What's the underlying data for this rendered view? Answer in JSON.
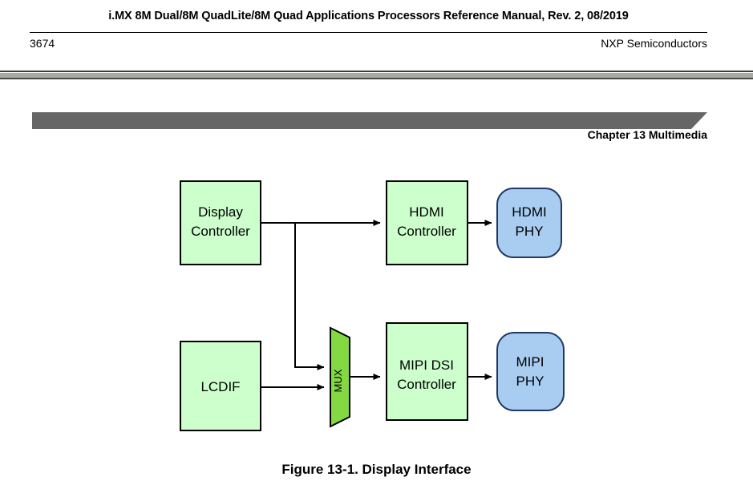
{
  "page": {
    "header_title": "i.MX 8M Dual/8M QuadLite/8M Quad Applications Processors Reference Manual, Rev. 2, 08/2019",
    "page_number": "3674",
    "company": "NXP Semiconductors",
    "chapter_label": "Chapter 13 Multimedia"
  },
  "figure": {
    "caption": "Figure 13-1. Display Interface",
    "colors": {
      "block_green": "#ccffcc",
      "phy_blue": "#a8cdf0",
      "mux_green": "#84d943",
      "outline": "#000000",
      "banner_gray": "#666666",
      "rule_gray": "#a9a9a2"
    },
    "blocks": [
      {
        "id": "display-controller",
        "label_line1": "Display",
        "label_line2": "Controller",
        "shape": "rect",
        "fill": "#ccffcc"
      },
      {
        "id": "hdmi-controller",
        "label_line1": "HDMI",
        "label_line2": "Controller",
        "shape": "rect",
        "fill": "#ccffcc"
      },
      {
        "id": "hdmi-phy",
        "label_line1": "HDMI",
        "label_line2": "PHY",
        "shape": "rounded-rect",
        "fill": "#a8cdf0"
      },
      {
        "id": "lcdif",
        "label_line1": "LCDIF",
        "label_line2": "",
        "shape": "rect",
        "fill": "#ccffcc"
      },
      {
        "id": "mux",
        "label_line1": "MUX",
        "label_line2": "",
        "shape": "trapezoid",
        "fill": "#84d943"
      },
      {
        "id": "mipi-dsi-controller",
        "label_line1": "MIPI DSI",
        "label_line2": "Controller",
        "shape": "rect",
        "fill": "#ccffcc"
      },
      {
        "id": "mipi-phy",
        "label_line1": "MIPI",
        "label_line2": "PHY",
        "shape": "rounded-rect",
        "fill": "#a8cdf0"
      }
    ],
    "connections": [
      {
        "from": "display-controller",
        "to": "hdmi-controller"
      },
      {
        "from": "hdmi-controller",
        "to": "hdmi-phy"
      },
      {
        "from": "display-controller",
        "to": "mux"
      },
      {
        "from": "lcdif",
        "to": "mux"
      },
      {
        "from": "mux",
        "to": "mipi-dsi-controller"
      },
      {
        "from": "mipi-dsi-controller",
        "to": "mipi-phy"
      }
    ]
  }
}
